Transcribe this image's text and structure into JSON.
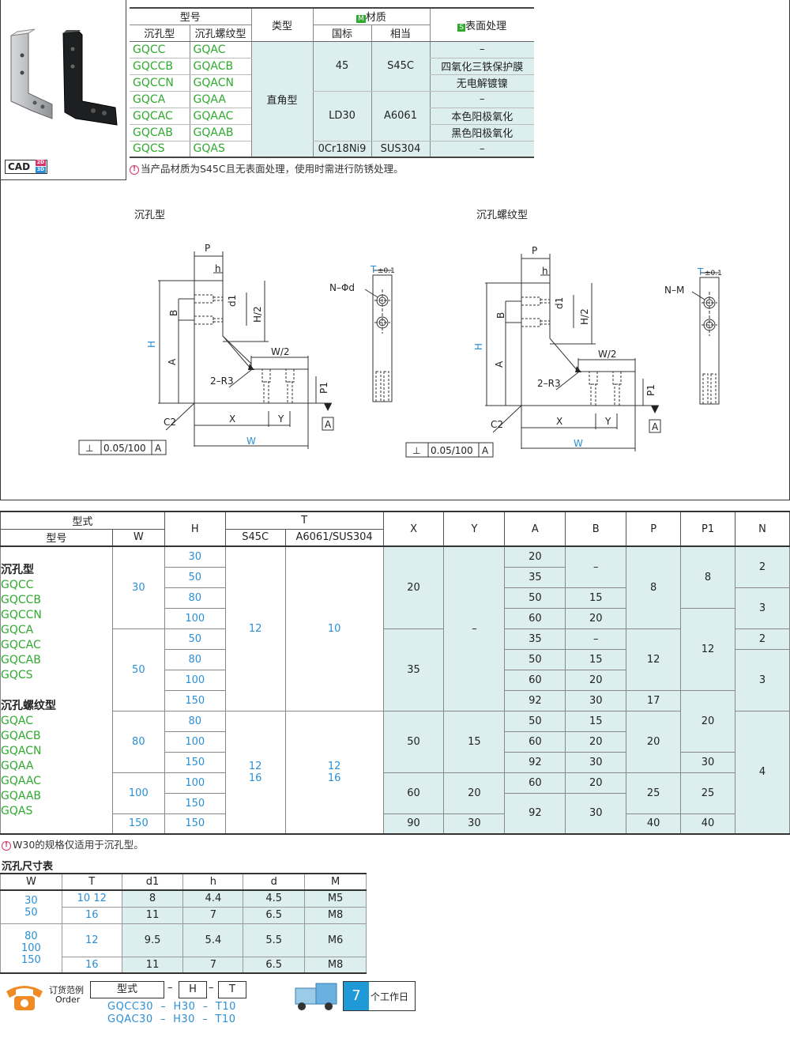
{
  "spec": {
    "h_model": "型号",
    "h_sink": "沉孔型",
    "h_thread": "沉孔螺纹型",
    "h_type": "类型",
    "h_mat_mark": "M",
    "h_material": "材质",
    "h_gb": "国标",
    "h_equiv": "相当",
    "h_surf_mark": "S",
    "h_surface": "表面处理",
    "type_value": "直角型",
    "rows": [
      {
        "a": "GQCC",
        "b": "GQAC"
      },
      {
        "a": "GQCCB",
        "b": "GQACB"
      },
      {
        "a": "GQCCN",
        "b": "GQACN"
      },
      {
        "a": "GQCA",
        "b": "GQAA"
      },
      {
        "a": "GQCAC",
        "b": "GQAAC"
      },
      {
        "a": "GQCAB",
        "b": "GQAAB"
      },
      {
        "a": "GQCS",
        "b": "GQAS"
      }
    ],
    "mat": [
      {
        "gb": "45",
        "eq": "S45C"
      },
      {
        "gb": "LD30",
        "eq": "A6061"
      },
      {
        "gb": "0Cr18Ni9",
        "eq": "SUS304"
      }
    ],
    "surf": [
      "–",
      "四氧化三铁保护膜",
      "无电解镀镍",
      "–",
      "本色阳极氧化",
      "黑色阳极氧化",
      "–"
    ],
    "note": "当产品材质为S45C且无表面处理，使用时需进行防锈处理。"
  },
  "cad": {
    "label": "CAD",
    "b2": "2D",
    "b3": "3D"
  },
  "drawing": {
    "title_left": "沉孔型",
    "title_right": "沉孔螺纹型",
    "labels": {
      "P": "P",
      "h": "h",
      "d1": "d1",
      "B": "B",
      "H2": "H/2",
      "H": "H",
      "A": "A",
      "W2": "W/2",
      "R3": "2–R3",
      "P1": "P1",
      "C2": "C2",
      "X": "X",
      "Y": "Y",
      "W": "W",
      "T": "T",
      "tol": "±0.1",
      "Nphi": "N–Φd",
      "NM": "N–M",
      "datum": "A",
      "perp": "⊥",
      "flat": "0.05/100"
    }
  },
  "dims": {
    "h_style": "型式",
    "h_model": "型号",
    "h_W": "W",
    "h_H": "H",
    "h_T": "T",
    "h_S45C": "S45C",
    "h_A6061": "A6061/SUS304",
    "h_X": "X",
    "h_Y": "Y",
    "h_A": "A",
    "h_B": "B",
    "h_P": "P",
    "h_P1": "P1",
    "h_N": "N",
    "group1_title": "沉孔型",
    "group1": [
      "GQCC",
      "GQCCB",
      "GQCCN",
      "GQCA",
      "GQCAC",
      "GQCAB",
      "GQCS"
    ],
    "group2_title": "沉孔螺纹型",
    "group2": [
      "GQAC",
      "GQACB",
      "GQACN",
      "GQAA",
      "GQAAC",
      "GQAAB",
      "GQAS"
    ],
    "W": [
      "30",
      "50",
      "80",
      "100",
      "150"
    ],
    "H": [
      "30",
      "50",
      "80",
      "100",
      "50",
      "80",
      "100",
      "150",
      "80",
      "100",
      "150",
      "100",
      "150",
      "150"
    ],
    "T1": [
      "12",
      "10"
    ],
    "T2": [
      "12",
      "12",
      "16",
      "16"
    ],
    "X": [
      "20",
      "35",
      "50",
      "60",
      "90"
    ],
    "Y": [
      "–",
      "15",
      "20",
      "30"
    ],
    "A": [
      "20",
      "35",
      "50",
      "60",
      "35",
      "50",
      "60",
      "92",
      "50",
      "60",
      "92",
      "60",
      "92"
    ],
    "B": [
      "–",
      "15",
      "20",
      "–",
      "15",
      "20",
      "30",
      "15",
      "20",
      "30",
      "20",
      "30"
    ],
    "P": [
      "8",
      "12",
      "17",
      "20",
      "25",
      "40"
    ],
    "P1": [
      "8",
      "12",
      "20",
      "30",
      "25",
      "40"
    ],
    "N": [
      "2",
      "3",
      "2",
      "3",
      "4"
    ],
    "note": "W30的规格仅适用于沉孔型。"
  },
  "cb": {
    "title": "沉孔尺寸表",
    "headers": [
      "W",
      "T",
      "d1",
      "h",
      "d",
      "M"
    ],
    "rows": [
      {
        "W": "30",
        "T": "10 12",
        "d1": "8",
        "h": "4.4",
        "d": "4.5",
        "M": "M5"
      },
      {
        "W": "50",
        "T": "16",
        "d1": "11",
        "h": "7",
        "d": "6.5",
        "M": "M8"
      },
      {
        "W": "80",
        "T": "12",
        "d1": "9.5",
        "h": "5.4",
        "d": "5.5",
        "M": "M6"
      },
      {
        "W": "100",
        "T": "16",
        "d1": "11",
        "h": "7",
        "d": "6.5",
        "M": "M8"
      },
      {
        "W": "150"
      }
    ]
  },
  "order": {
    "label_cn": "订货范例",
    "label_en": "Order",
    "f1": "型式",
    "sep": "–",
    "f2": "H",
    "f3": "T",
    "ex1": [
      "GQCC30",
      "H30",
      "T10"
    ],
    "ex2": [
      "GQAC30",
      "H30",
      "T10"
    ],
    "days": "7",
    "days_label": "个工作日"
  }
}
